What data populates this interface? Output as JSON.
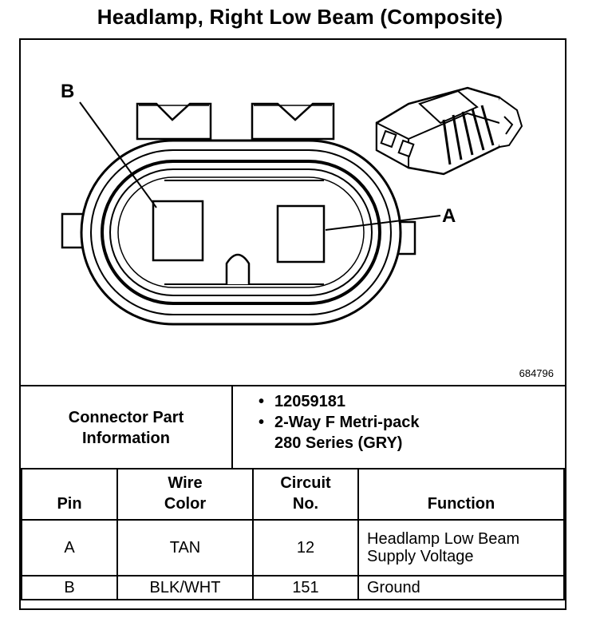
{
  "title": "Headlamp, Right Low Beam (Composite)",
  "diagram": {
    "figure_id": "684796",
    "pin_labels": {
      "a": "A",
      "b": "B"
    },
    "icons": [
      "connector-face-drawing",
      "connector-3d-illustration"
    ]
  },
  "connector_info": {
    "label_line1": "Connector Part",
    "label_line2": "Information",
    "items": [
      {
        "line1": "12059181",
        "line2": ""
      },
      {
        "line1": "2-Way F Metri-pack",
        "line2": "280 Series (GRY)"
      }
    ]
  },
  "table": {
    "headers": {
      "pin": "Pin",
      "wire_color_line1": "Wire",
      "wire_color_line2": "Color",
      "circuit_line1": "Circuit",
      "circuit_line2": "No.",
      "function": "Function"
    },
    "rows": [
      {
        "pin": "A",
        "wire_color": "TAN",
        "circuit": "12",
        "function_line1": "Headlamp Low Beam",
        "function_line2": "Supply Voltage"
      },
      {
        "pin": "B",
        "wire_color": "BLK/WHT",
        "circuit": "151",
        "function_line1": "Ground",
        "function_line2": ""
      }
    ]
  }
}
